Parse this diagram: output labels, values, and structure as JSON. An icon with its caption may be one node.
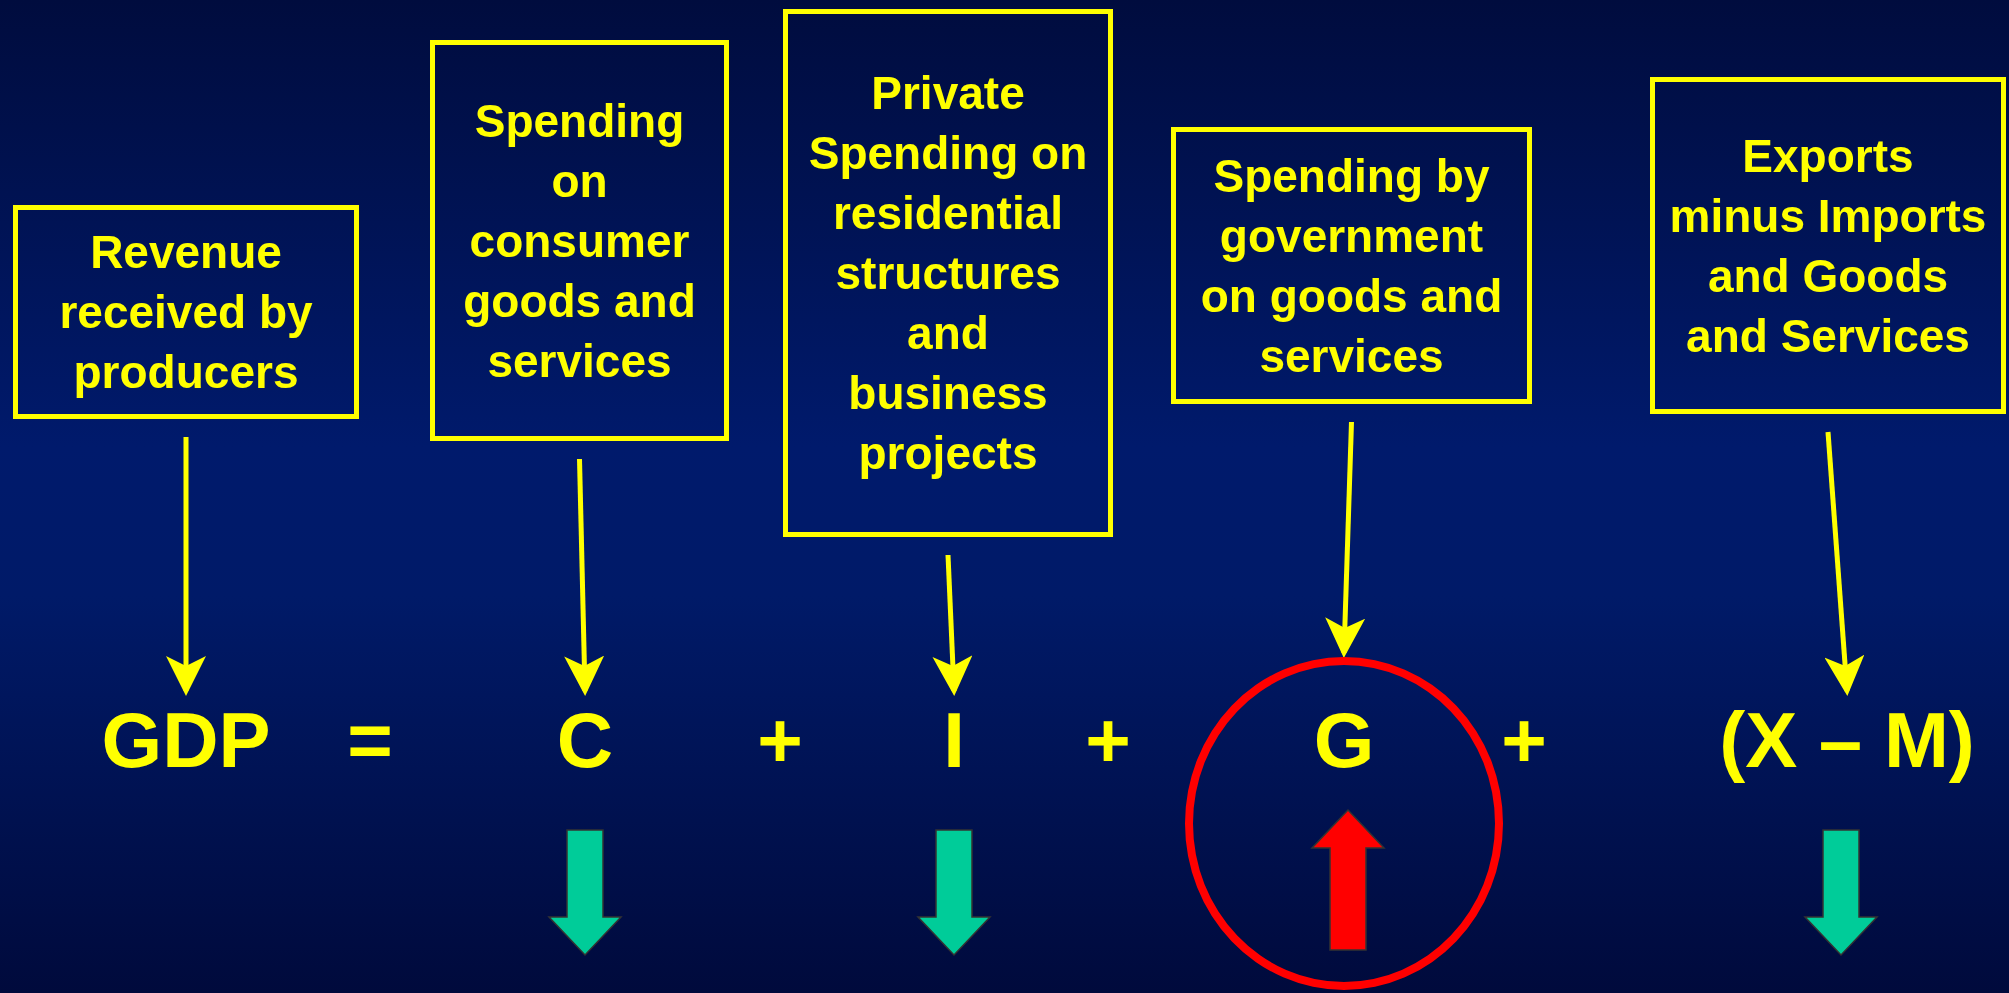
{
  "diagram": {
    "nodes": [
      {
        "text": [
          "Revenue received by producers"
        ]
      },
      {
        "text": [
          "Spending on consumer goods and services"
        ]
      },
      {
        "text": [
          "Private Spending on residential structures and business projects"
        ]
      },
      {
        "text": [
          "Spending by government on goods and services"
        ]
      },
      {
        "text": [
          "Exports minus Imports and Goods and Services"
        ]
      },
      {
        "text": [
          "GDP"
        ]
      },
      {
        "text": [
          "C"
        ]
      },
      {
        "text": [
          "I"
        ]
      },
      {
        "text": [
          "G"
        ]
      },
      {
        "text": [
          "(X – M)"
        ]
      }
    ],
    "edges": [
      {
        "from": 0,
        "to": 5,
        "arrow": "to"
      },
      {
        "from": 1,
        "to": 6,
        "arrow": "to"
      },
      {
        "from": 2,
        "to": 7,
        "arrow": "to"
      },
      {
        "from": 3,
        "to": 8,
        "arrow": "to"
      },
      {
        "from": 4,
        "to": 9,
        "arrow": "to"
      }
    ],
    "labels": [
      "=",
      "+",
      "+",
      "+"
    ]
  }
}
